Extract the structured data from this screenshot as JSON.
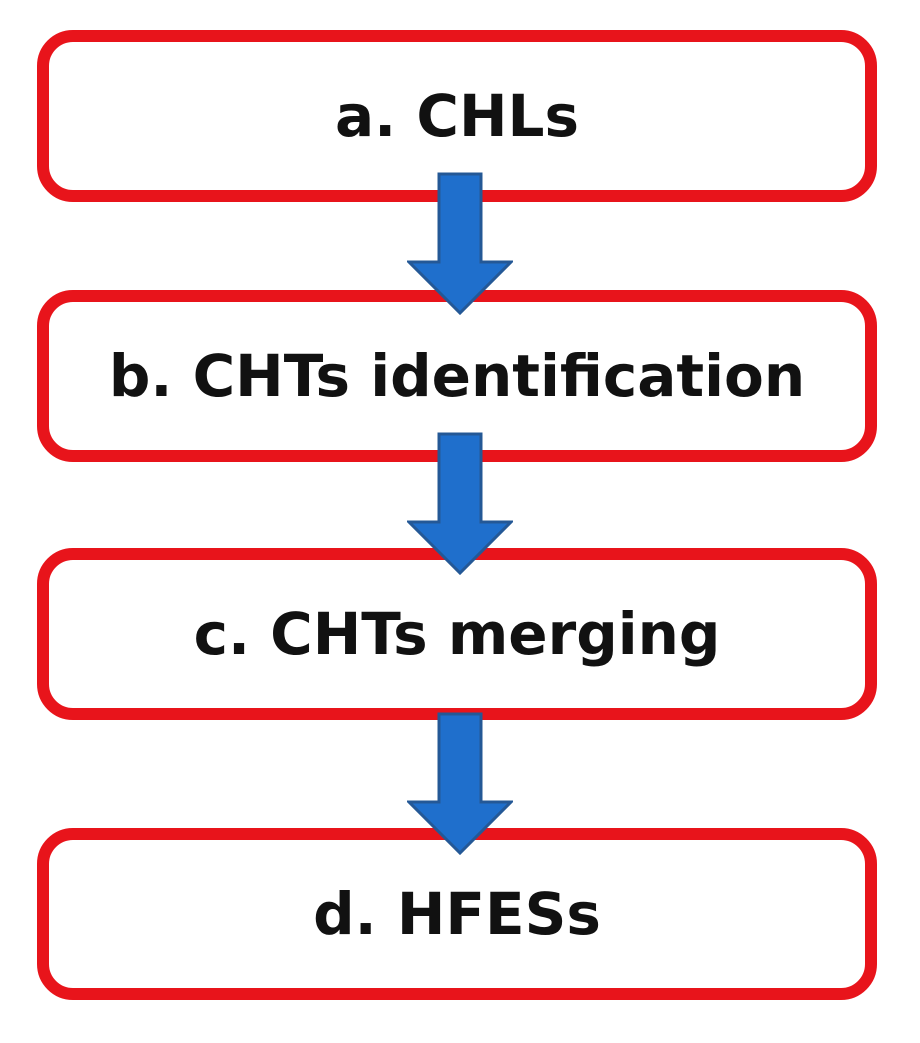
{
  "diagram": {
    "colors": {
      "box_border": "#e8141b",
      "arrow_fill": "#1f6fcc",
      "arrow_stroke": "#245896",
      "text": "#111111"
    },
    "steps": [
      {
        "label": "a. CHLs"
      },
      {
        "label": "b. CHTs identification"
      },
      {
        "label": "c. CHTs merging"
      },
      {
        "label": "d. HFESs"
      }
    ],
    "arrows": [
      {
        "from": "a. CHLs",
        "to": "b. CHTs identification"
      },
      {
        "from": "b. CHTs identification",
        "to": "c. CHTs merging"
      },
      {
        "from": "c. CHTs merging",
        "to": "d. HFESs"
      }
    ]
  }
}
